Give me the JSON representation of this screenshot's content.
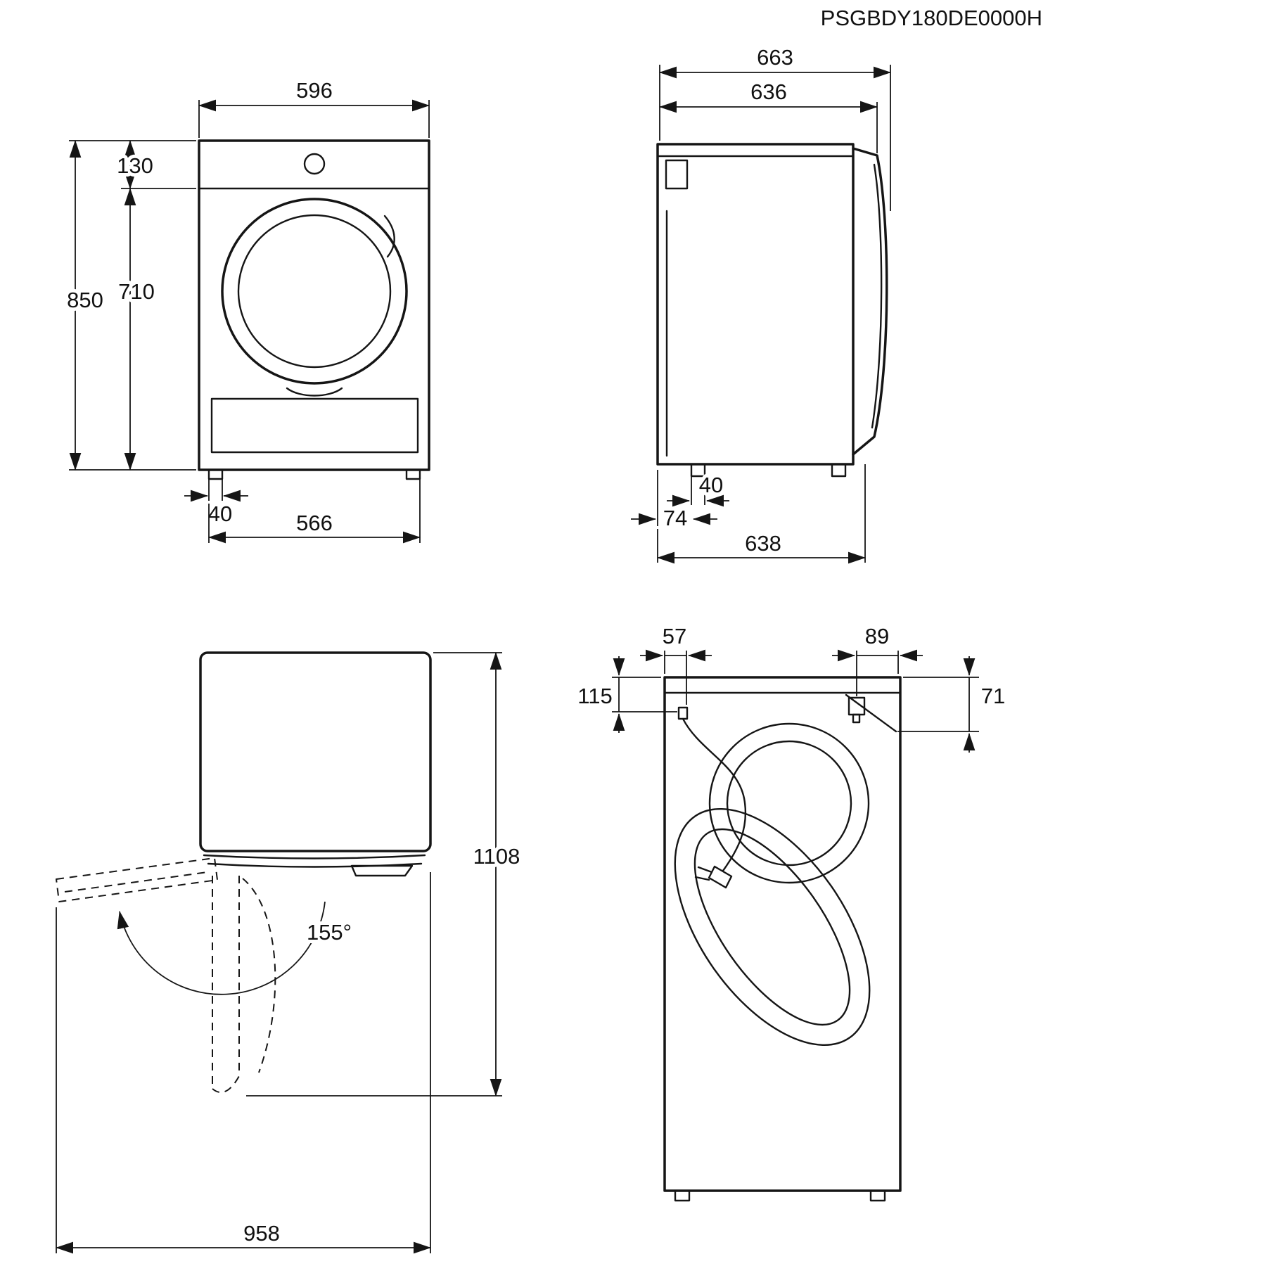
{
  "part_number": "PSGBDY180DE0000H",
  "front_view": {
    "width": "596",
    "height": "850",
    "panel_height": "130",
    "body_height": "710",
    "foot_inset": "40",
    "feet_span": "566"
  },
  "side_view": {
    "depth_total": "663",
    "depth_body": "636",
    "foot_width": "40",
    "foot_rear_offset": "74",
    "depth_base": "638"
  },
  "top_view": {
    "depth_door_open": "1108",
    "door_opening_angle": "155°",
    "width_door_open": "958"
  },
  "rear_view": {
    "cord_offset_x": "57",
    "bracket_offset_x": "89",
    "cord_offset_y": "115",
    "bracket_offset_y": "71"
  }
}
